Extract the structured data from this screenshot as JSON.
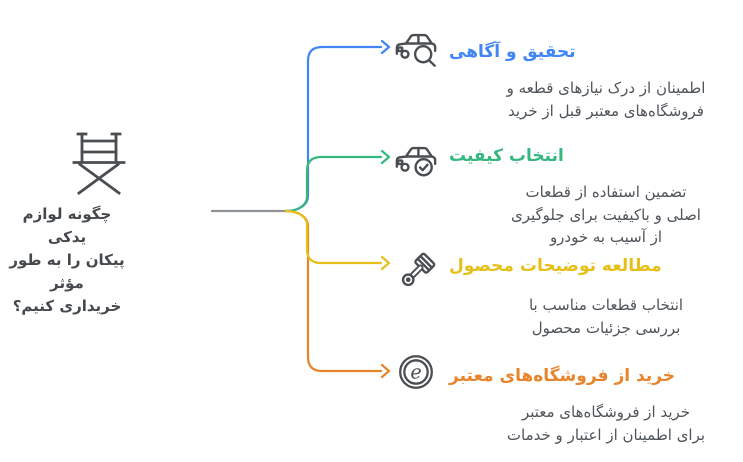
{
  "center": {
    "icon": "director-chair-icon",
    "lines": [
      "چگونه لوازم یدکی",
      "پیکان را به طور مؤثر",
      "خریداری کنیم؟"
    ]
  },
  "branches": [
    {
      "title": "تحقیق و آگاهی",
      "color": "#4285f4",
      "icon": "car-search-icon",
      "desc_lines": [
        "اطمینان از درک نیازهای قطعه و",
        "فروشگاه‌های معتبر قبل از خرید"
      ]
    },
    {
      "title": "انتخاب کیفیت",
      "color": "#35b87f",
      "icon": "car-check-icon",
      "desc_lines": [
        "تضمین استفاده از قطعات",
        "اصلی و باکیفیت برای جلوگیری",
        "از آسیب به خودرو"
      ]
    },
    {
      "title": "مطالعه توضیحات محصول",
      "color": "#e6c019",
      "icon": "piston-icon",
      "desc_lines": [
        "انتخاب قطعات مناسب با",
        "بررسی جزئیات محصول"
      ]
    },
    {
      "title": "خرید از فروشگاه‌های معتبر",
      "color": "#e8842b",
      "icon": "ecommerce-badge-icon",
      "icon_letter": "e",
      "desc_lines": [
        "خرید از فروشگاه‌های معتبر",
        "برای اطمینان از اعتبار و خدمات"
      ]
    }
  ],
  "colors": {
    "gray_line": "#909398",
    "icon_stroke": "#4a4d52",
    "center_text": "#45494e",
    "desc_text": "#4f545a",
    "background": "#ffffff"
  }
}
